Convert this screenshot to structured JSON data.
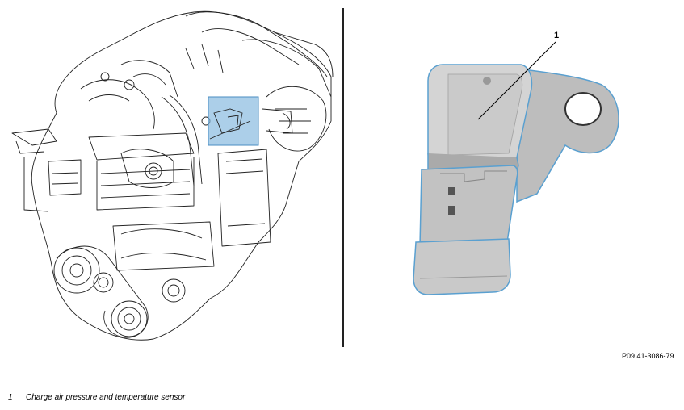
{
  "figure": {
    "callout_number": "1",
    "reference_code": "P09.41-3086-79",
    "highlight_color": "#7fb6dd",
    "sensor_body_color": "#cfcfcf",
    "sensor_outline_color": "#5aa0d0"
  },
  "legend": [
    {
      "number": "1",
      "text": "Charge air pressure and temperature sensor"
    }
  ]
}
